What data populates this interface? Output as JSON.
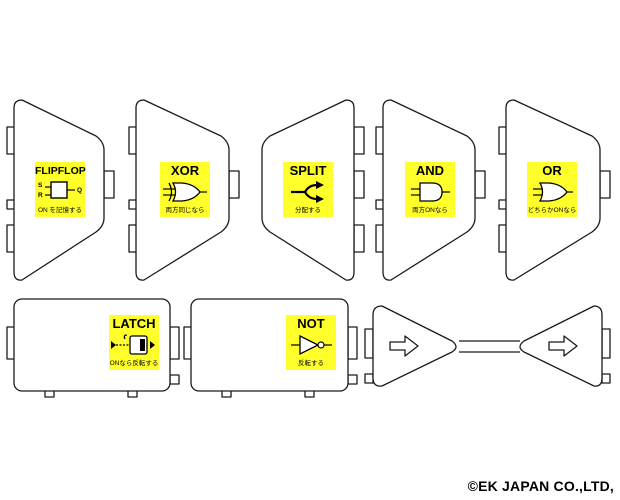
{
  "pieces": {
    "flipflop": {
      "title": "FLIPFLOP",
      "s_pin": "S",
      "r_pin": "R",
      "q_pin": "Q",
      "subtitle": "ON を記憶する"
    },
    "xor": {
      "title": "XOR",
      "subtitle": "両方同じなら"
    },
    "split": {
      "title": "SPLIT",
      "subtitle": "分配する"
    },
    "and": {
      "title": "AND",
      "subtitle": "両方ONなら"
    },
    "or": {
      "title": "OR",
      "subtitle": "どちらかONなら"
    },
    "latch": {
      "title": "LATCH",
      "subtitle": "ONなら反転する"
    },
    "not": {
      "title": "NOT",
      "subtitle": "反転する"
    }
  },
  "credit": "©EK JAPAN CO.,LTD,",
  "colors": {
    "label_bg": "#ffff2b",
    "outline": "#1a1a1a",
    "background": "#ffffff"
  },
  "icons": [
    "flipflop-box-icon",
    "xor-gate-icon",
    "split-arrow-icon",
    "and-gate-icon",
    "or-gate-icon",
    "latch-switch-icon",
    "not-gate-icon",
    "right-arrow-icon"
  ]
}
